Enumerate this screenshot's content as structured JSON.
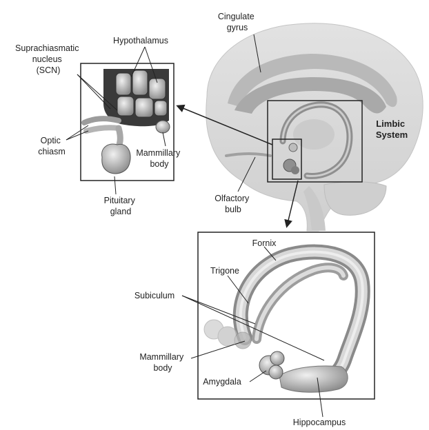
{
  "labels": {
    "cingulate_gyrus": [
      "Cingulate",
      "gyrus"
    ],
    "hypothalamus": "Hypothalamus",
    "scn": [
      "Suprachiasmatic",
      "nucleus",
      "(SCN)"
    ],
    "limbic_system": [
      "Limbic",
      "System"
    ],
    "optic_chiasm": [
      "Optic",
      "chiasm"
    ],
    "mammillary_body_top": [
      "Mammillary",
      "body"
    ],
    "pituitary_gland": [
      "Pituitary",
      "gland"
    ],
    "olfactory_bulb": [
      "Olfactory",
      "bulb"
    ],
    "fornix": "Fornix",
    "trigone": "Trigone",
    "subiculum": "Subiculum",
    "mammillary_body_bottom": [
      "Mammillary",
      "body"
    ],
    "amygdala": "Amygdala",
    "hippocampus": "Hippocampus"
  },
  "colors": {
    "brain": "#d6d6d6",
    "brain_dark": "#b4b4b4",
    "structure": "#9a9a9a",
    "structure_light": "#c8c8c8",
    "outline": "#222222"
  }
}
